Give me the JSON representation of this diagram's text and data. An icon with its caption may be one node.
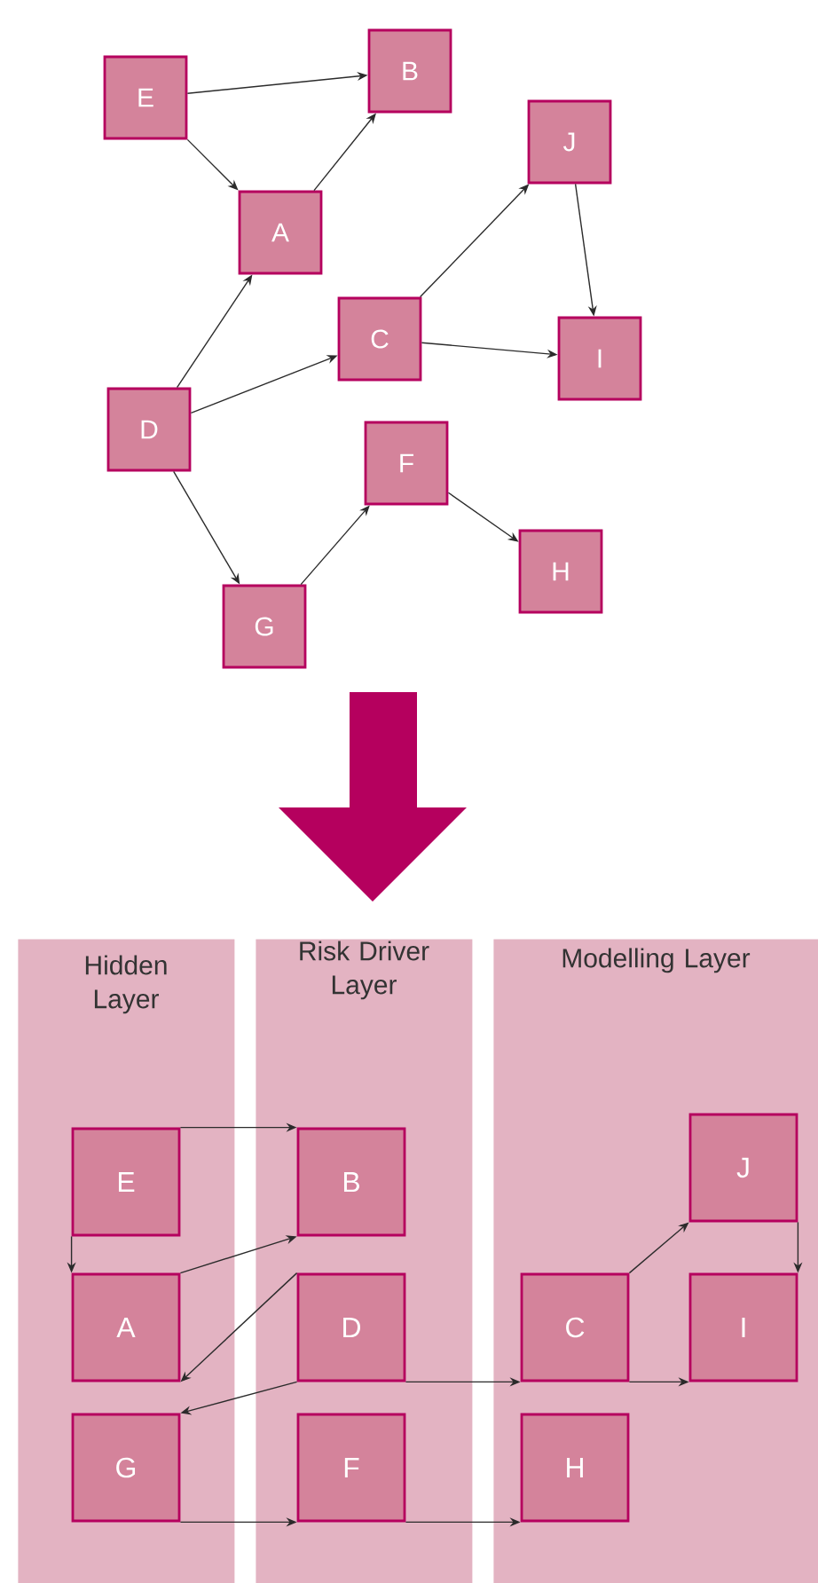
{
  "diagram": {
    "nodes": [
      {
        "text": [
          "E"
        ]
      },
      {
        "text": [
          "B"
        ]
      },
      {
        "text": [
          "A"
        ]
      },
      {
        "text": [
          "J"
        ]
      },
      {
        "text": [
          "C"
        ]
      },
      {
        "text": [
          "I"
        ]
      },
      {
        "text": [
          "D"
        ]
      },
      {
        "text": [
          "F"
        ]
      },
      {
        "text": [
          "G"
        ]
      },
      {
        "text": [
          "H"
        ]
      },
      {
        "text": [
          "Hidden Layer"
        ]
      },
      {
        "text": [
          "Risk Driver Layer"
        ]
      },
      {
        "text": [
          "Modelling Layer"
        ]
      },
      {
        "text": [
          "E"
        ],
        "in": 10
      },
      {
        "text": [
          "A"
        ],
        "in": 10
      },
      {
        "text": [
          "G"
        ],
        "in": 10
      },
      {
        "text": [
          "B"
        ],
        "in": 11
      },
      {
        "text": [
          "D"
        ],
        "in": 11
      },
      {
        "text": [
          "F"
        ],
        "in": 11
      },
      {
        "text": [
          "J"
        ],
        "in": 12
      },
      {
        "text": [
          "C"
        ],
        "in": 12
      },
      {
        "text": [
          "I"
        ],
        "in": 12
      },
      {
        "text": [
          "H"
        ],
        "in": 12
      }
    ],
    "edges": [
      {
        "from": 0,
        "to": 1,
        "arrow": "to"
      },
      {
        "from": 0,
        "to": 2,
        "arrow": "to"
      },
      {
        "from": 2,
        "to": 1,
        "arrow": "to"
      },
      {
        "from": 6,
        "to": 2,
        "arrow": "to"
      },
      {
        "from": 6,
        "to": 4,
        "arrow": "to"
      },
      {
        "from": 6,
        "to": 8,
        "arrow": "to"
      },
      {
        "from": 4,
        "to": 3,
        "arrow": "to"
      },
      {
        "from": 4,
        "to": 5,
        "arrow": "to"
      },
      {
        "from": 3,
        "to": 5,
        "arrow": "to"
      },
      {
        "from": 8,
        "to": 7,
        "arrow": "to"
      },
      {
        "from": 7,
        "to": 9,
        "arrow": "to"
      },
      {
        "from": 13,
        "to": 16,
        "arrow": "to"
      },
      {
        "from": 13,
        "to": 14,
        "arrow": "to"
      },
      {
        "from": 14,
        "to": 16,
        "arrow": "to"
      },
      {
        "from": 17,
        "to": 14,
        "arrow": "to"
      },
      {
        "from": 17,
        "to": 20,
        "arrow": "to"
      },
      {
        "from": 17,
        "to": 15,
        "arrow": "to"
      },
      {
        "from": 20,
        "to": 19,
        "arrow": "to"
      },
      {
        "from": 20,
        "to": 21,
        "arrow": "to"
      },
      {
        "from": 19,
        "to": 21,
        "arrow": "to"
      },
      {
        "from": 15,
        "to": 18,
        "arrow": "to"
      },
      {
        "from": 18,
        "to": 22,
        "arrow": "to"
      }
    ]
  }
}
